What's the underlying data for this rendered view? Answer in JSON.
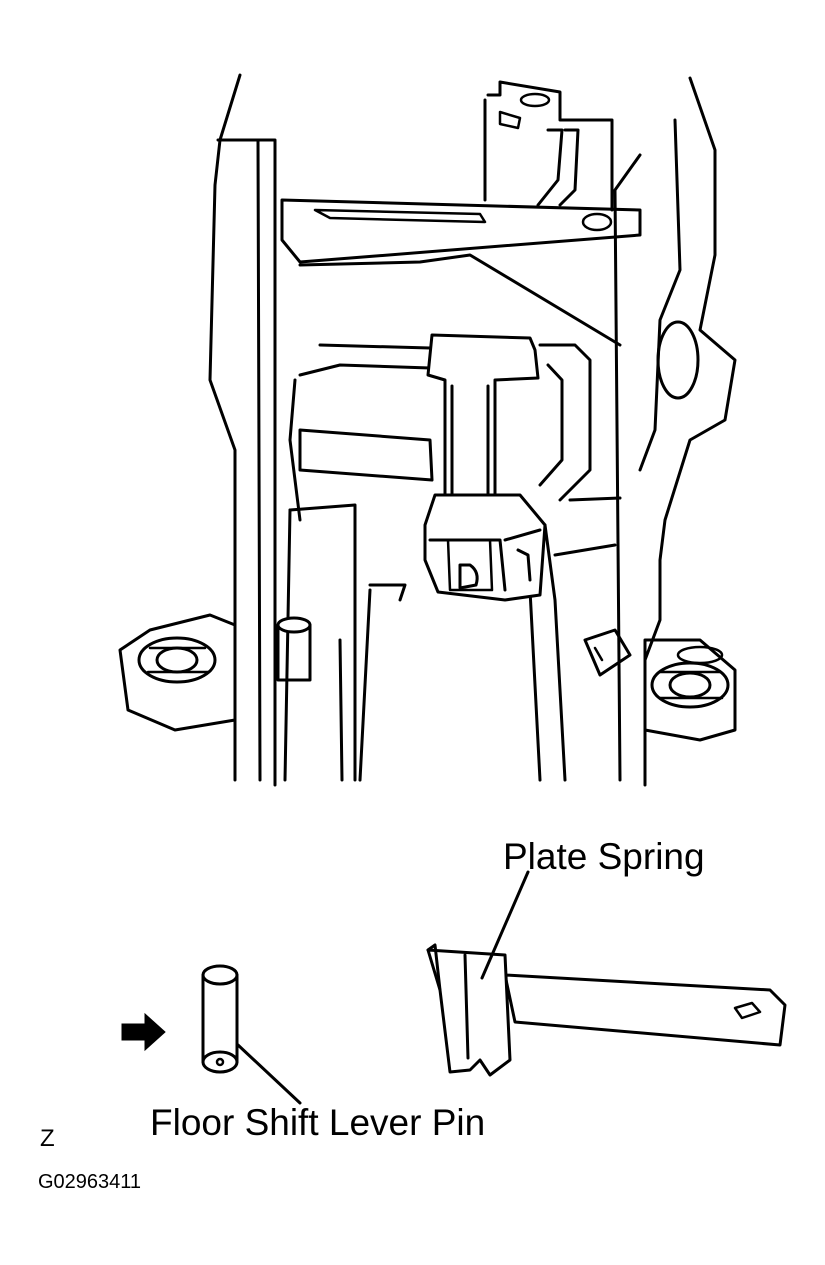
{
  "labels": {
    "plate_spring": "Plate Spring",
    "floor_shift_lever_pin": "Floor Shift Lever Pin",
    "view_letter": "Z",
    "figure_code": "G02963411"
  },
  "icons": {
    "direction_arrow": "right-arrow-icon"
  },
  "colors": {
    "line": "#000000",
    "background": "#ffffff"
  }
}
